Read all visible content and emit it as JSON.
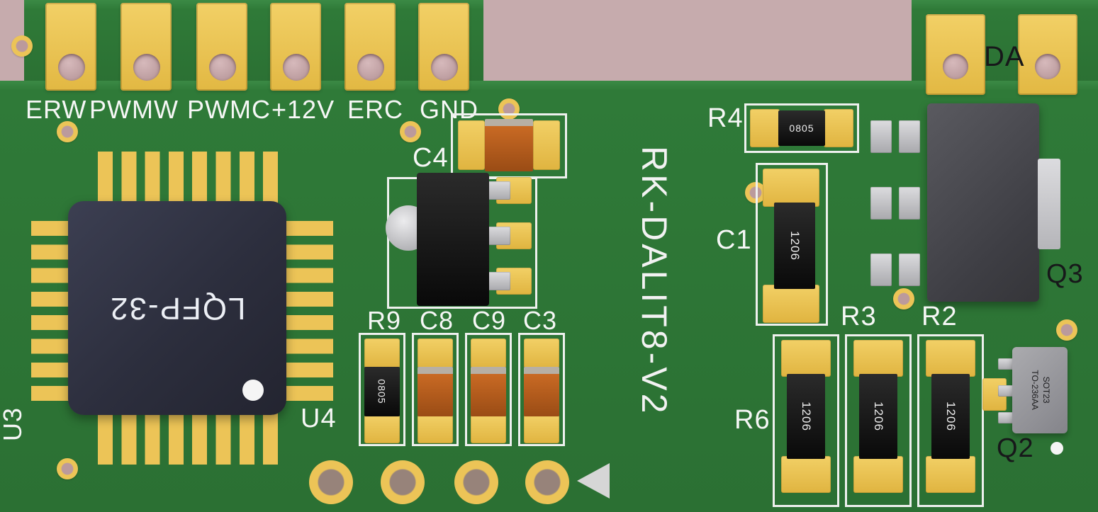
{
  "board": {
    "title": "RK-DALIT8-V2"
  },
  "connector_row": {
    "labels": [
      "ERW",
      "PWMW",
      "PWMC",
      "+12V",
      "ERC",
      "GND"
    ]
  },
  "components": {
    "U3": {
      "ref": "U3",
      "marking": "LQFP-32"
    },
    "U4": {
      "ref": "U4"
    },
    "C4": {
      "ref": "C4"
    },
    "R9": {
      "ref": "R9",
      "marking": "0805"
    },
    "C8": {
      "ref": "C8"
    },
    "C9": {
      "ref": "C9"
    },
    "C3": {
      "ref": "C3"
    },
    "R4": {
      "ref": "R4",
      "marking": "0805"
    },
    "C1": {
      "ref": "C1",
      "marking": "1206"
    },
    "R6": {
      "ref": "R6",
      "marking": "1206"
    },
    "R3": {
      "ref": "R3",
      "marking": "1206"
    },
    "R2": {
      "ref": "R2",
      "marking": "1206"
    },
    "Q3": {
      "ref": "Q3"
    },
    "Q2": {
      "ref": "Q2",
      "marking_line1": "SOT23",
      "marking_line2": "TO-236AA"
    },
    "DA": {
      "ref": "DA"
    }
  },
  "colors": {
    "background": "#c6abad",
    "pcb_green": "#2f7a38",
    "pad_gold": "#ecc457",
    "silkscreen": "#f4f4f4",
    "ic_body": "#2f3242",
    "smd_black": "#121212",
    "smd_orange": "#b45a1d",
    "metal_gray": "#bcbcc0"
  }
}
